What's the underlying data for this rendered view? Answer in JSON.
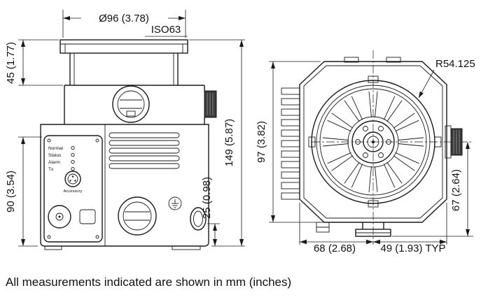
{
  "caption": "All measurements indicated are shown in mm (inches)",
  "colors": {
    "line": "#1a1a1a",
    "background": "#ffffff"
  },
  "front_view": {
    "dims": {
      "diameter": "Ø96 (3.78)",
      "flange": "ISO63",
      "neck_height": "45 (1.77)",
      "body_height": "90 (3.54)",
      "overall_height": "149 (5.87)",
      "exhaust_height": "25 (0.98)"
    },
    "panel": {
      "led_labels": [
        "Normal",
        "Status",
        "Alarm",
        "Tx"
      ],
      "connector_label": "Accessory"
    }
  },
  "side_view": {
    "dims": {
      "radius": "R54.125",
      "height": "97 (3.82)",
      "flange_offset": "67 (2.64)",
      "width_left": "68 (2.68)",
      "width_right": "49 (1.93) TYP"
    }
  }
}
